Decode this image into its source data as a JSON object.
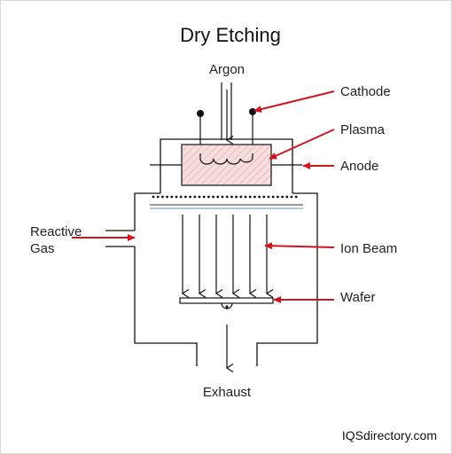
{
  "title": "Dry Etching",
  "labels": {
    "argon": "Argon",
    "cathode": "Cathode",
    "plasma": "Plasma",
    "anode": "Anode",
    "reactive_gas_line1": "Reactive",
    "reactive_gas_line2": "Gas",
    "ion_beam": "Ion Beam",
    "wafer": "Wafer",
    "exhaust": "Exhaust"
  },
  "watermark": "IQSdirectory.com",
  "colors": {
    "line": "#111111",
    "arrow": "#d0161b",
    "plasma_fill": "#f6dede",
    "plasma_hatch": "#e89a9a",
    "grid": "#7aa7c7"
  }
}
